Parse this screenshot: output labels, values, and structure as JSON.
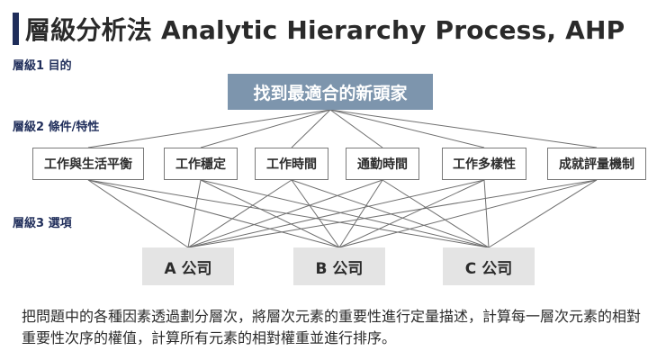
{
  "title": "層級分析法 Analytic Hierarchy Process, AHP",
  "levels": {
    "level1": "層級1 目的",
    "level2": "層級2 條件/特性",
    "level3": "層級3 選項"
  },
  "goal": "找到最適合的新頭家",
  "criteria": [
    "工作與生活平衡",
    "工作穩定",
    "工作時間",
    "通勤時間",
    "工作多樣性",
    "成就評量機制"
  ],
  "alternatives": [
    "A 公司",
    "B 公司",
    "C 公司"
  ],
  "description": "把問題中的各種因素透過劃分層次，將層次元素的重要性進行定量描述，計算每一層次元素的相對重要性次序的權值，計算所有元素的相對權重並進行排序。",
  "colors": {
    "title_bar": "#1f2d5a",
    "level_label": "#1f2d5a",
    "goal_fill": "#7d95ad",
    "alt_fill": "#e4e4e4",
    "line": "#6f6f6f"
  }
}
